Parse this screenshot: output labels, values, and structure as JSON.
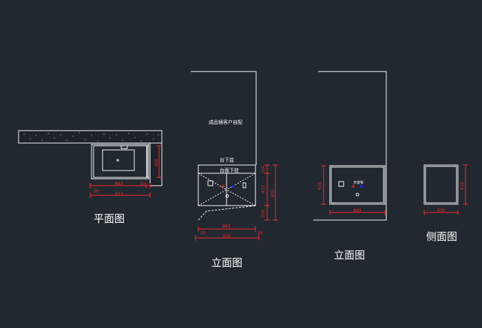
{
  "view_titles": {
    "plan": "平面图",
    "front_elevation": "立面图",
    "rear_elevation": "立面图",
    "side_elevation": "侧面图"
  },
  "notes": {
    "mirror": "成品镜客户自配",
    "undermount_basin": "台下盆",
    "under_counter_hang": "台面下挂",
    "heater_label": "天窗板"
  },
  "dimensions": {
    "plan_w1": "883",
    "plan_w1_right": "20",
    "plan_left": "20",
    "plan_total": "923",
    "plan_depth": "460",
    "front_w": "883",
    "front_left": "20",
    "front_total": "925",
    "front_right": "20",
    "front_h_top": "150",
    "front_h_mid": "472",
    "front_h_bot": "250",
    "front_h_total": "872",
    "rear_w": "883",
    "rear_h": "610",
    "side_w": "530",
    "side_h": "610"
  },
  "colors": {
    "background": "#212830",
    "line": "#ffffff",
    "dimension": "#ff2a2a",
    "accent_blue": "#2222ff"
  }
}
